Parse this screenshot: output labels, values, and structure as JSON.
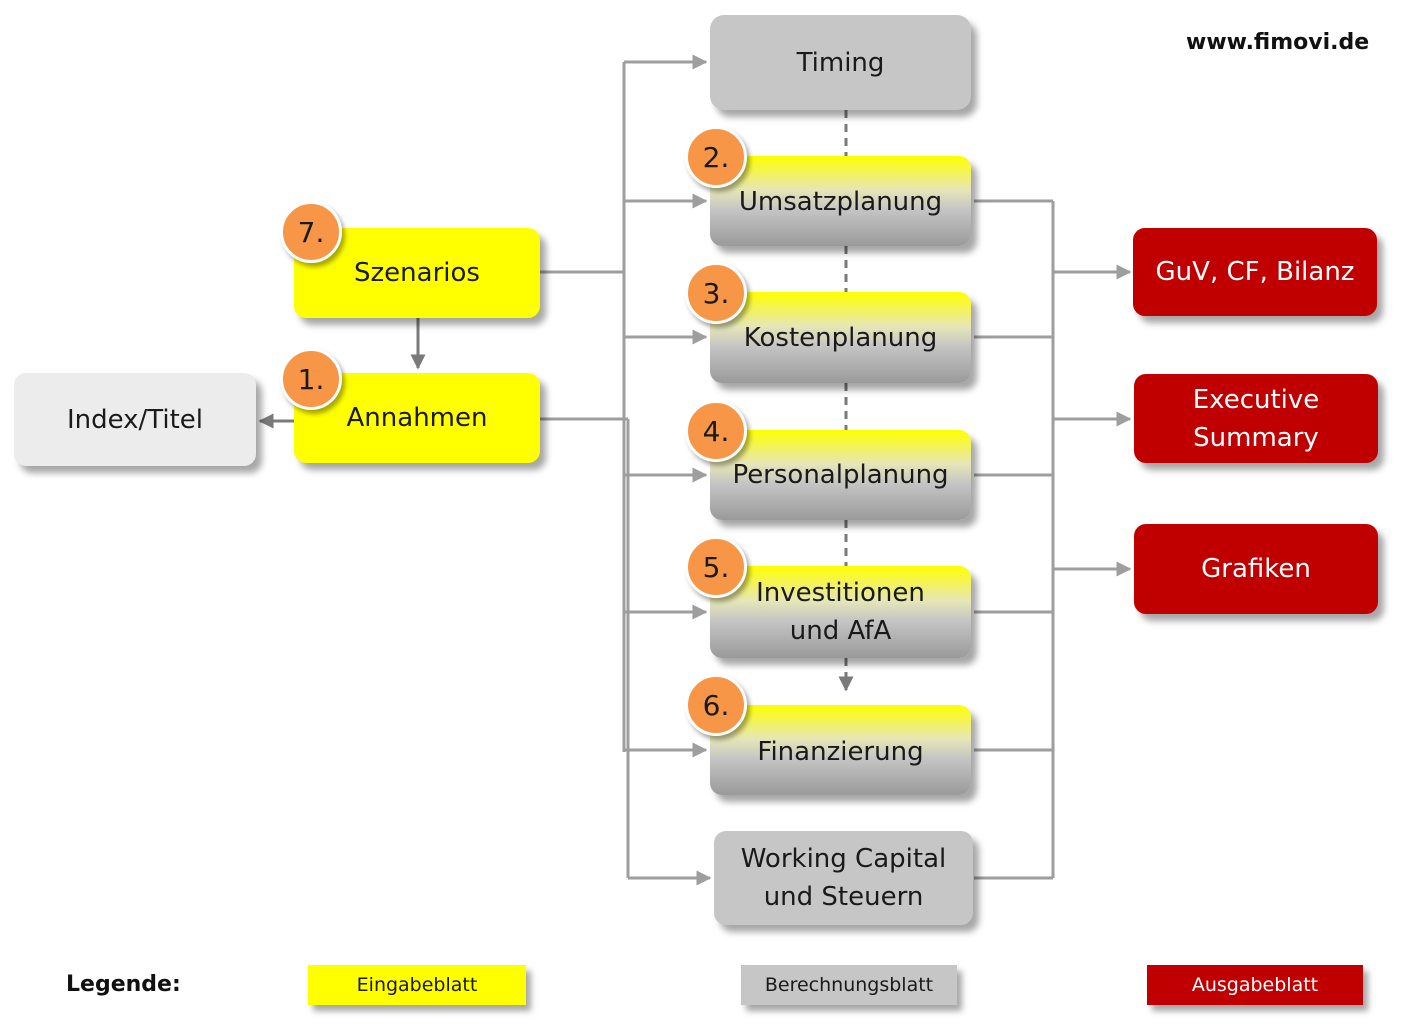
{
  "site_url": "www.fimovi.de",
  "nodes": {
    "timing": "Timing",
    "umsatzplanung": "Umsatzplanung",
    "kostenplanung": "Kostenplanung",
    "personalplanung": "Personalplanung",
    "investitionen": "Investitionen\nund AfA",
    "finanzierung": "Finanzierung",
    "working_capital": "Working Capital\nund Steuern",
    "szenarios": "Szenarios",
    "annahmen": "Annahmen",
    "index_titel": "Index/Titel",
    "guv": "GuV, CF, Bilanz",
    "executive_summary": "Executive\nSummary",
    "grafiken": "Grafiken"
  },
  "steps": {
    "umsatzplanung": "2.",
    "kostenplanung": "3.",
    "personalplanung": "4.",
    "investitionen": "5.",
    "finanzierung": "6.",
    "szenarios": "7.",
    "annahmen": "1."
  },
  "legend": {
    "title": "Legende:",
    "input": "Eingabeblatt",
    "calc": "Berechnungsblatt",
    "output": "Ausgabeblatt"
  },
  "colors": {
    "input": "#ffff00",
    "calc": "#c6c6c6",
    "output": "#c00000",
    "badge": "#f79646",
    "connector": "#9e9e9e"
  }
}
